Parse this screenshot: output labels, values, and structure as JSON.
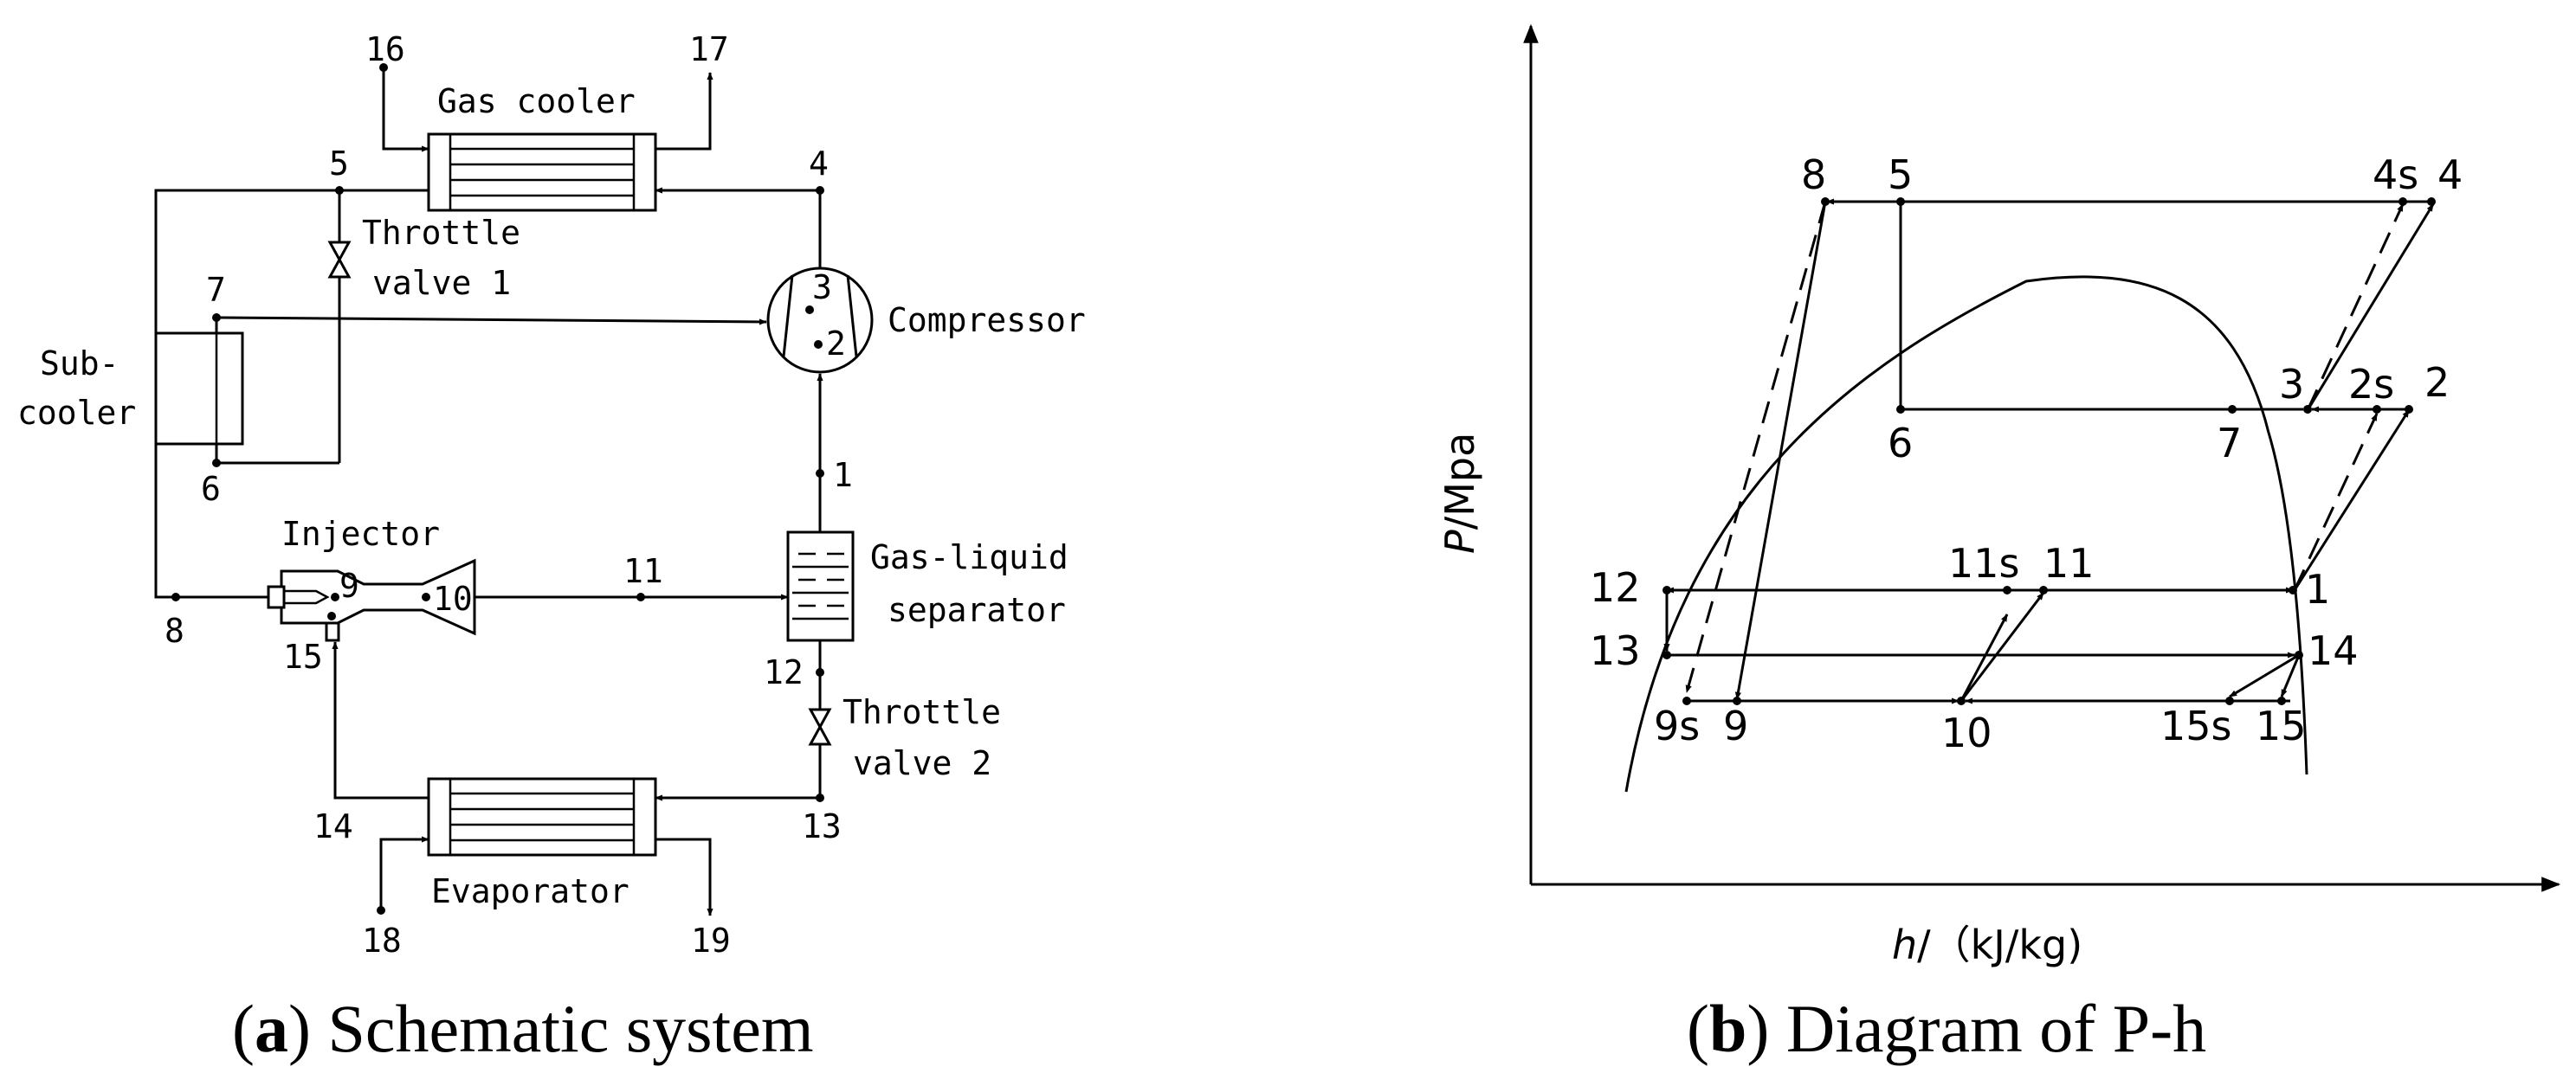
{
  "schematic": {
    "labels": {
      "gas_cooler": "Gas cooler",
      "throttle_valve_1_line1": "Throttle",
      "throttle_valve_1_line2": "valve 1",
      "compressor": "Compressor",
      "subcooler_line1": "Sub-",
      "subcooler_line2": "cooler",
      "injector": "Injector",
      "separator_line1": "Gas-liquid",
      "separator_line2": "separator",
      "throttle_valve_2_line1": "Throttle",
      "throttle_valve_2_line2": "valve 2",
      "evaporator": "Evaporator"
    },
    "points": {
      "p1": "1",
      "p2": "2",
      "p3": "3",
      "p4": "4",
      "p5": "5",
      "p6": "6",
      "p7": "7",
      "p8": "8",
      "p9": "9",
      "p10": "10",
      "p11": "11",
      "p12": "12",
      "p13": "13",
      "p14": "14",
      "p15": "15",
      "p16": "16",
      "p17": "17",
      "p18": "18",
      "p19": "19"
    },
    "caption_letter": "a",
    "caption_open": "(",
    "caption_close": ") Schematic system"
  },
  "ph_diagram": {
    "y_axis_label": "/Mpa",
    "y_axis_symbol": "P",
    "x_axis_label": "/（kJ/kg)",
    "x_axis_symbol": "h",
    "points": {
      "p8": "8",
      "p5": "5",
      "p4s": "4s",
      "p4": "4",
      "p6": "6",
      "p7": "7",
      "p3": "3",
      "p2s": "2s",
      "p2": "2",
      "p12": "12",
      "p11s": "11s",
      "p11": "11",
      "p1": "1",
      "p13": "13",
      "p14": "14",
      "p9s": "9s",
      "p9": "9",
      "p10": "10",
      "p15s": "15s",
      "p15": "15"
    },
    "caption_letter": "b",
    "caption_open": "(",
    "caption_close": ") Diagram of P-h"
  }
}
